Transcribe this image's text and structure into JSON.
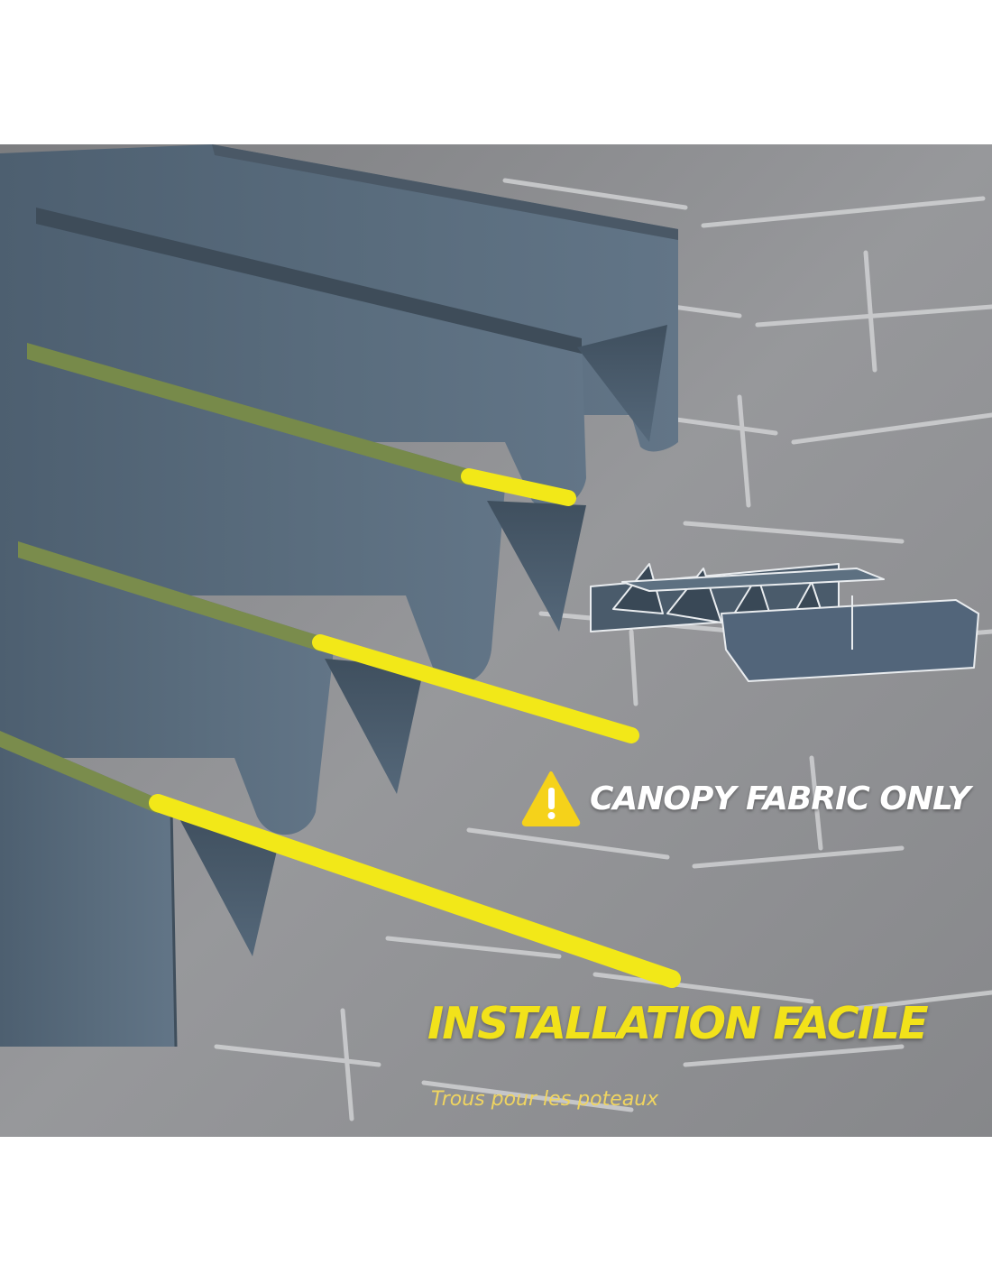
{
  "image": {
    "warning_icon": "warning-triangle-icon",
    "warning_text": "CANOPY FABRIC ONLY",
    "headline": "INSTALLATION FACILE",
    "subline": "Trous pour les poteaux",
    "colors": {
      "accent_yellow": "#f2e21a",
      "fabric_grey": "#566879",
      "wall_grey": "#8e8f92",
      "warning_yellow": "#f5d21a"
    }
  }
}
